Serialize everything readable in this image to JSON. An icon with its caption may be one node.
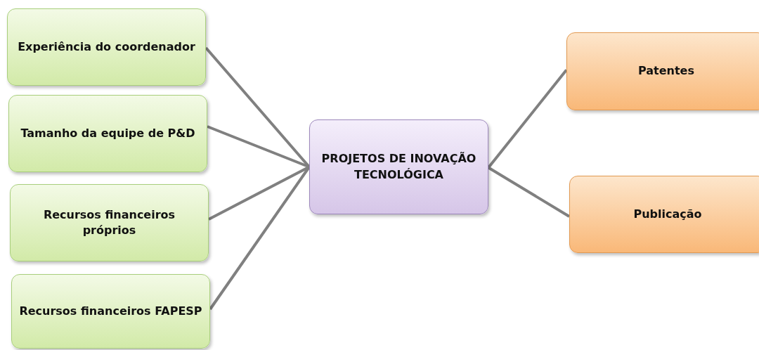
{
  "diagram": {
    "nodes": [
      {
        "text": [
          "Experiência do coordenador"
        ]
      },
      {
        "text": [
          "Tamanho da equipe de P&D"
        ]
      },
      {
        "text": [
          "Recursos financeiros próprios"
        ]
      },
      {
        "text": [
          "Recursos financeiros FAPESP"
        ]
      },
      {
        "text": [
          "PROJETOS DE INOVAÇÃO TECNOLÓGICA"
        ]
      },
      {
        "text": [
          "Patentes"
        ]
      },
      {
        "text": [
          "Publicação"
        ]
      }
    ],
    "edges": [
      {
        "from": 0,
        "to": 4,
        "arrow": "none"
      },
      {
        "from": 1,
        "to": 4,
        "arrow": "none"
      },
      {
        "from": 2,
        "to": 4,
        "arrow": "none"
      },
      {
        "from": 3,
        "to": 4,
        "arrow": "none"
      },
      {
        "from": 4,
        "to": 5,
        "arrow": "none"
      },
      {
        "from": 4,
        "to": 6,
        "arrow": "none"
      }
    ]
  }
}
